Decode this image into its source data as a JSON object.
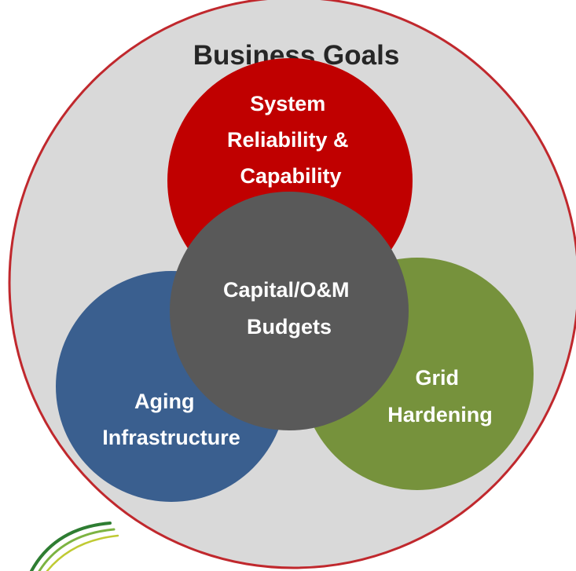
{
  "diagram": {
    "outer": {
      "title": "Business Goals",
      "fill": "#d9d9d9",
      "stroke": "#c0282d"
    },
    "circles": {
      "reliability": {
        "lines": [
          "System",
          "Reliability &",
          "Capability"
        ],
        "fill": "#c00000"
      },
      "aging": {
        "lines": [
          "Aging",
          "Infrastructure"
        ],
        "fill": "#3a5f8f"
      },
      "grid": {
        "lines": [
          "Grid",
          "Hardening"
        ],
        "fill": "#76923c"
      },
      "budgets": {
        "lines": [
          "Capital/O&M",
          "Budgets"
        ],
        "fill": "#595959"
      }
    },
    "logo_fragment": {
      "colors": [
        "#2e7d32",
        "#7cb342",
        "#c0ca33"
      ]
    }
  }
}
